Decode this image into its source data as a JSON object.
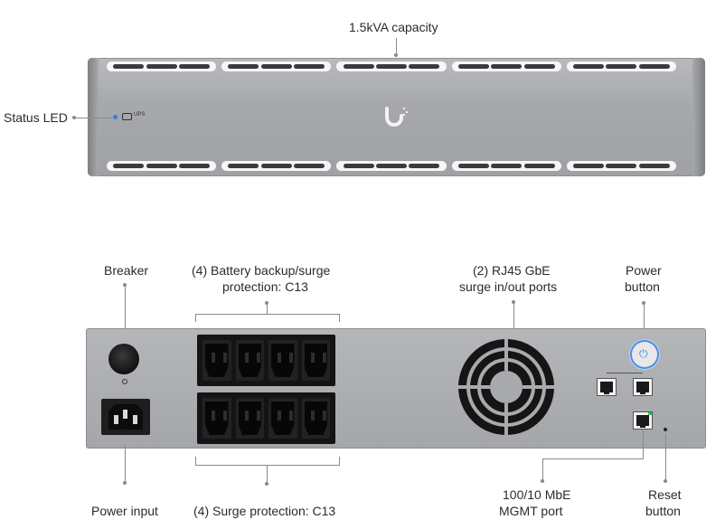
{
  "front_panel": {
    "capacity_label": "1.5kVA capacity",
    "status_led_label": "Status LED",
    "led_text": "UPS",
    "colors": {
      "status_led": "#3b7ddd",
      "body": "#a6a8ab",
      "vent": "#3b3b3d"
    }
  },
  "rear_panel": {
    "breaker_label": "Breaker",
    "battery_outlets_label": [
      "(4) Battery backup/surge",
      "protection: C13"
    ],
    "rj45_label": [
      "(2) RJ45 GbE",
      "surge in/out ports"
    ],
    "power_button_label": [
      "Power",
      "button"
    ],
    "power_input_label": "Power input",
    "surge_outlets_label": "(4) Surge protection: C13",
    "mgmt_port_label": [
      "100/10 MbE",
      "MGMT port"
    ],
    "reset_button_label": [
      "Reset",
      "button"
    ],
    "colors": {
      "power_button_ring": "#4d8fe8",
      "mgmt_led": "#39c24a"
    },
    "icons": [
      "power-icon",
      "fan-grille",
      "c14-inlet",
      "c13-outlet",
      "rj45-port"
    ]
  }
}
